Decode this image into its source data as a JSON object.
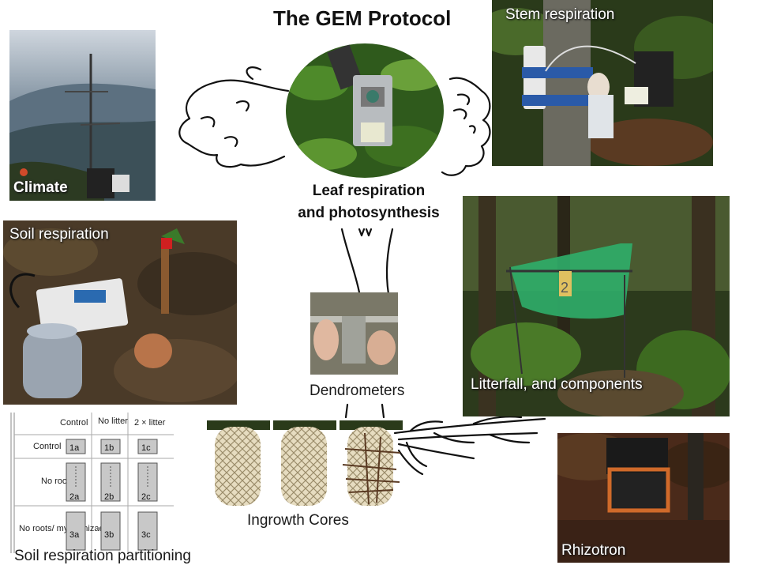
{
  "title": "The GEM Protocol",
  "labels": {
    "climate": "Climate",
    "stem": "Stem respiration",
    "leaf_line1": "Leaf respiration",
    "leaf_line2": "and photosynthesis",
    "soil": "Soil respiration",
    "dendrometers": "Dendrometers",
    "litterfall": "Litterfall, and components",
    "ingrowth": "Ingrowth Cores",
    "rhizotron": "Rhizotron",
    "partitioning": "Soil respiration partitioning"
  },
  "partition_table": {
    "columns": [
      "Control",
      "No litter",
      "2 × litter"
    ],
    "rows": [
      "Control",
      "No roots",
      "No roots/ mycorrhizae"
    ],
    "cells": [
      [
        "1a",
        "1b",
        "1c"
      ],
      [
        "2a",
        "2b",
        "2c"
      ],
      [
        "3a",
        "3b",
        "3c"
      ]
    ]
  },
  "litter_trap_tag": "2"
}
